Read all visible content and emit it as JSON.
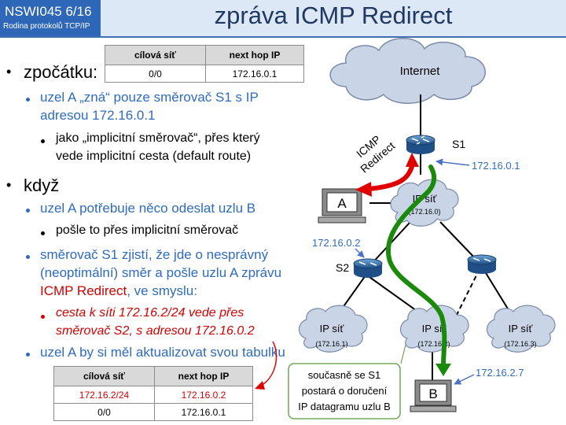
{
  "header": {
    "course_code": "NSWI045   6/16",
    "course_subtitle": "Rodina protokolů TCP/IP",
    "title": "zpráva ICMP Redirect"
  },
  "table_top": {
    "headers": [
      "cílová síť",
      "next hop IP"
    ],
    "rows": [
      [
        "0/0",
        "172.16.0.1"
      ]
    ]
  },
  "table_bottom": {
    "headers": [
      "cílová síť",
      "next hop IP"
    ],
    "rows": [
      [
        "172.16.2/24",
        "172.16.0.2"
      ],
      [
        "0/0",
        "172.16.0.1"
      ]
    ]
  },
  "content": {
    "b1": "zpočátku:",
    "b1_1a": "uzel A „zná“ pouze směrovač S1 s IP",
    "b1_1b": "adresou 172.16.0.1",
    "b1_1_1a": "jako „implicitní směrovač“, přes který",
    "b1_1_1b": "vede implicitní cesta (default route)",
    "b2": "když",
    "b2_1": "uzel A potřebuje něco odeslat uzlu B",
    "b2_1_1": "pošle to přes implicitní směrovač",
    "b2_2a": "směrovač S1 zjistí, že jde o nesprávný",
    "b2_2b": "(neoptimální) směr a pošle uzlu A zprávu",
    "b2_2c_red": "ICMP Redirect",
    "b2_2c_rest": ", ve smyslu:",
    "b2_2_1a": "cesta k síti 172.16.2/24 vede přes",
    "b2_2_1b": "směrovač S2, s adresou 172.16.0.2",
    "b2_3": "uzel A by si měl aktualizovat svou tabulku"
  },
  "diagram": {
    "internet": "Internet",
    "s1_label": "S1",
    "s2_label": "S2",
    "s1_ip": "172.16.0.1",
    "s2_ip": "172.16.0.2",
    "b_ip": "172.16.2.7",
    "icmp_line1": "ICMP",
    "icmp_line2": "Redirect",
    "host_a": "A",
    "host_b": "B",
    "net_ip": "IP síť",
    "net0": "(172.16.0)",
    "net1": "(172.16.1)",
    "net2": "(172.16.2)",
    "net3": "(172.16.3)",
    "callout_1": "současně se S1",
    "callout_2": "postará o doručení",
    "callout_3": "IP datagramu uzlu B"
  },
  "colors": {
    "header_box": "#2e67b8",
    "title_text": "#1f3864",
    "sub_bullet": "#2e6bbf",
    "emphasis_red": "#d40000",
    "green_path": "#1a8a0a",
    "cloud_fill": "#c9d5e6"
  }
}
